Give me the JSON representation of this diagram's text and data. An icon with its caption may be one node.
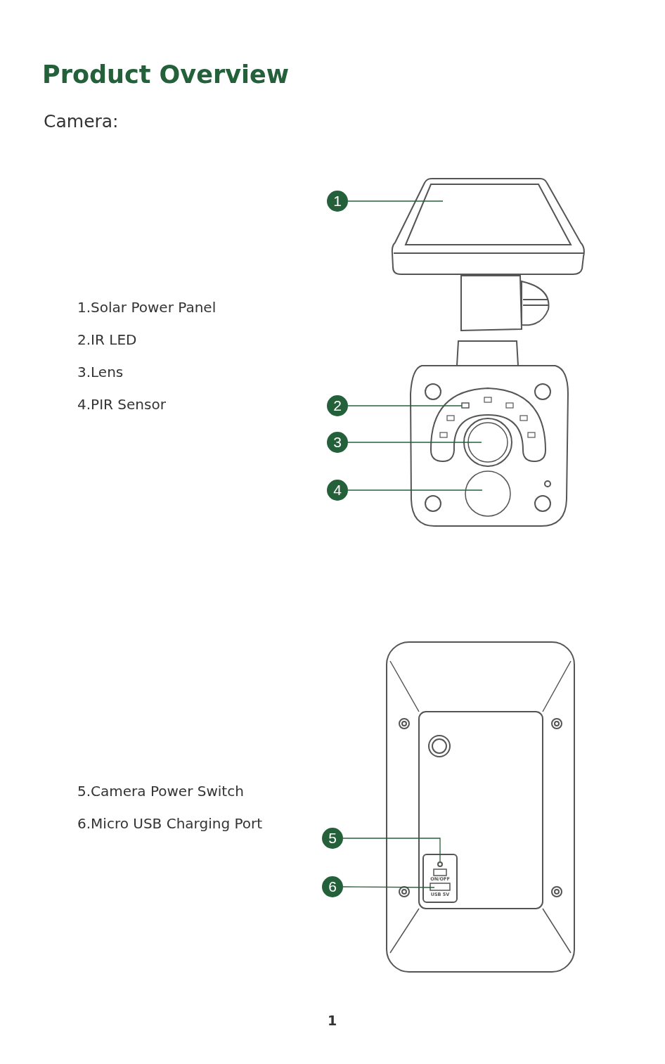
{
  "diagram": {
    "title": "Product Overview",
    "nodes": [
      {
        "text": [
          "1"
        ]
      },
      {
        "text": [
          "2"
        ]
      },
      {
        "text": [
          "3"
        ]
      },
      {
        "text": [
          "4"
        ]
      },
      {
        "text": [
          "5"
        ]
      },
      {
        "text": [
          "6"
        ]
      },
      {
        "text": [],
        "shape": "box"
      },
      {
        "text": [],
        "shape": "box"
      },
      {
        "text": [],
        "shape": "circle"
      },
      {
        "text": [],
        "shape": "circle"
      },
      {
        "text": [],
        "shape": "box"
      },
      {
        "text": [],
        "shape": "box"
      }
    ],
    "edges": [
      {
        "from": 0,
        "to": 6,
        "arrow": "none"
      },
      {
        "from": 1,
        "to": 7,
        "arrow": "none"
      },
      {
        "from": 2,
        "to": 8,
        "arrow": "none"
      },
      {
        "from": 3,
        "to": 9,
        "arrow": "none"
      },
      {
        "from": 4,
        "to": 10,
        "arrow": "none"
      },
      {
        "from": 5,
        "to": 11,
        "arrow": "none"
      }
    ],
    "labels": [
      "Camera:",
      "1.Solar Power Panel",
      "2.IR LED",
      "3.Lens",
      "4.PIR Sensor",
      "5.Camera Power Switch",
      "6.Micro USB Charging Port",
      "ON/OFF",
      "USB 5V",
      "1"
    ]
  }
}
